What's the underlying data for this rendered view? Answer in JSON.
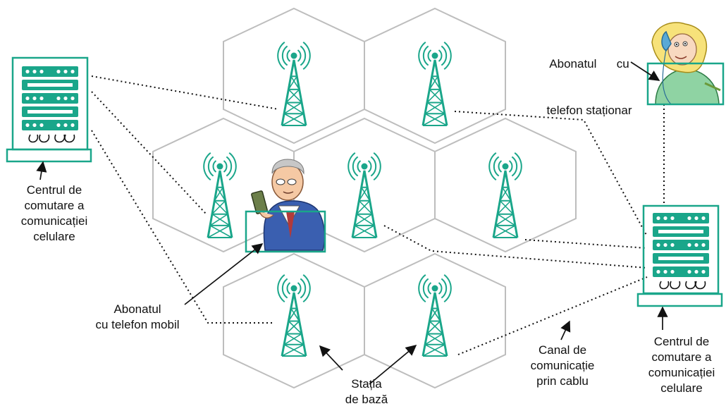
{
  "colors": {
    "teal": "#1aa68a",
    "hex_outline": "#bdbdbd",
    "link_line": "#111111"
  },
  "icons": {
    "tower": "cell-tower-icon",
    "switch": "server-rack-icon",
    "mobile_user": "man-with-mobile-phone",
    "fixed_user": "woman-with-landline-phone"
  },
  "labels": {
    "left_center": [
      "Centrul de",
      "comutare a",
      "comunicației",
      "celulare"
    ],
    "right_center": [
      "Centrul de",
      "comutare a",
      "comunicației",
      "celulare"
    ],
    "fixed_subscriber": [
      "Abonatul      cu",
      "telefon staționar"
    ],
    "mobile_subscriber": [
      "Abonatul",
      "cu telefon mobil"
    ],
    "base_station": [
      "Stația",
      "de bază"
    ],
    "cable_channel": [
      "Canal de",
      "comunicație",
      "prin cablu"
    ]
  }
}
